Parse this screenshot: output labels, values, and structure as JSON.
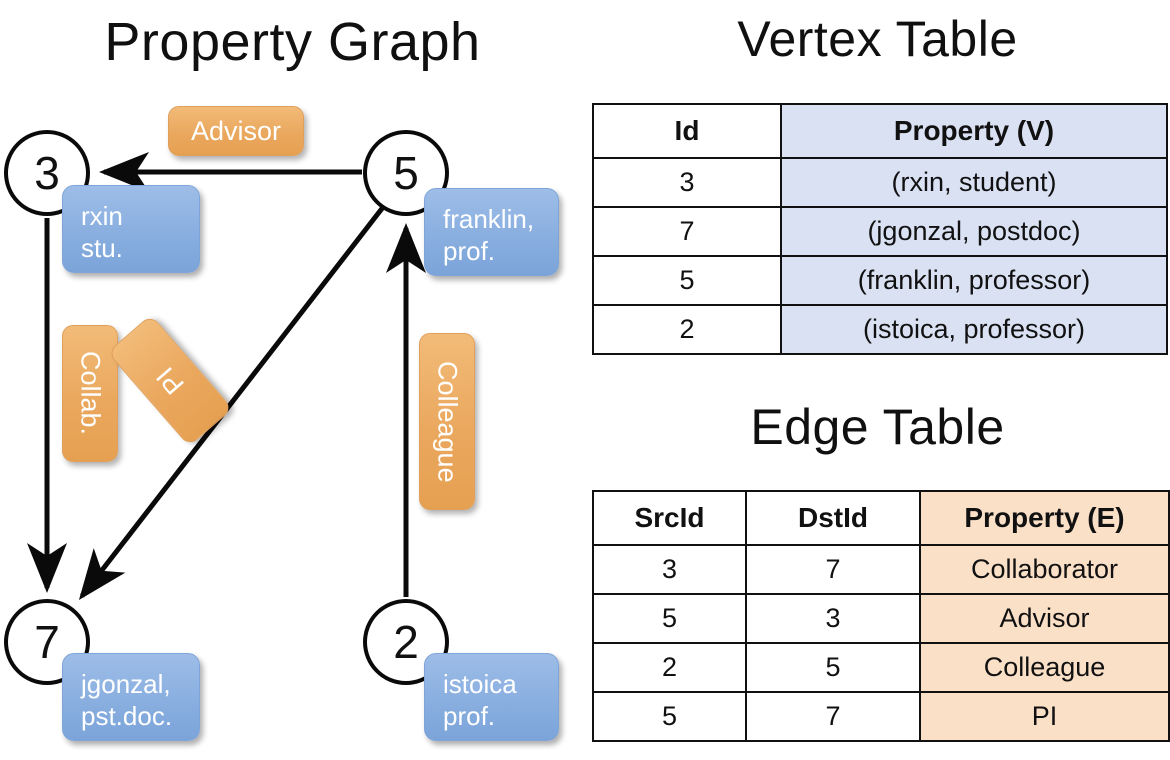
{
  "titles": {
    "graph": "Property Graph",
    "vertex_table": "Vertex Table",
    "edge_table": "Edge Table"
  },
  "graph": {
    "nodes": [
      {
        "id": "3",
        "name": "rxin",
        "role": "stu.",
        "label_line1": "rxin",
        "label_line2": "stu."
      },
      {
        "id": "5",
        "name": "franklin",
        "role": "prof.",
        "label_line1": "franklin,",
        "label_line2": "prof."
      },
      {
        "id": "7",
        "name": "jgonzal",
        "role": "pst.doc.",
        "label_line1": "jgonzal,",
        "label_line2": "pst.doc."
      },
      {
        "id": "2",
        "name": "istoica",
        "role": "prof.",
        "label_line1": "istoica",
        "label_line2": "prof."
      }
    ],
    "edge_labels": {
      "advisor": "Advisor",
      "collab": "Collab.",
      "pi": "PI",
      "colleague": "Colleague"
    },
    "edges": [
      {
        "src": "5",
        "dst": "3",
        "label": "Advisor"
      },
      {
        "src": "3",
        "dst": "7",
        "label": "Collab."
      },
      {
        "src": "5",
        "dst": "7",
        "label": "PI"
      },
      {
        "src": "2",
        "dst": "5",
        "label": "Colleague"
      }
    ]
  },
  "vertex_table": {
    "headers": [
      "Id",
      "Property (V)"
    ],
    "rows": [
      {
        "id": "3",
        "property": "(rxin, student)"
      },
      {
        "id": "7",
        "property": "(jgonzal, postdoc)"
      },
      {
        "id": "5",
        "property": "(franklin, professor)"
      },
      {
        "id": "2",
        "property": "(istoica, professor)"
      }
    ]
  },
  "edge_table": {
    "headers": [
      "SrcId",
      "DstId",
      "Property (E)"
    ],
    "rows": [
      {
        "src": "3",
        "dst": "7",
        "property": "Collaborator"
      },
      {
        "src": "5",
        "dst": "3",
        "property": "Advisor"
      },
      {
        "src": "2",
        "dst": "5",
        "property": "Colleague"
      },
      {
        "src": "5",
        "dst": "7",
        "property": "PI"
      }
    ]
  },
  "colors": {
    "vertex_property_fill": "#d9e1f3",
    "edge_property_fill": "#fbe0c8",
    "vertex_box_fill": "#8bb0e0",
    "edge_box_fill": "#eaa85e",
    "stroke": "#111111",
    "background": "#ffffff"
  }
}
